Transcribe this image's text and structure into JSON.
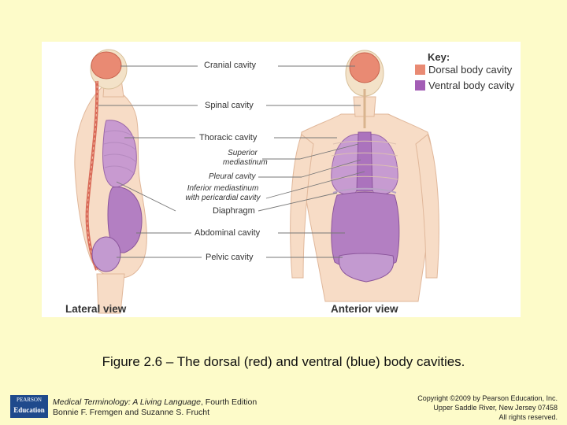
{
  "figure": {
    "key_title": "Key:",
    "key_items": [
      {
        "label": "Dorsal body cavity",
        "color": "#e98a73"
      },
      {
        "label": "Ventral body cavity",
        "color": "#a35db5"
      }
    ],
    "labels": {
      "cranial": "Cranial cavity",
      "spinal": "Spinal cavity",
      "thoracic": "Thoracic cavity",
      "superior_1": "Superior",
      "superior_2": "mediastinum",
      "pleural": "Pleural cavity",
      "inferior_1": "Inferior mediastinum",
      "inferior_2": "with pericardial cavity",
      "diaphragm": "Diaphragm",
      "abdominal": "Abdominal cavity",
      "pelvic": "Pelvic cavity"
    },
    "views": {
      "lateral": "Lateral view",
      "anterior": "Anterior view"
    }
  },
  "caption": "Figure 2.6 – The dorsal (red) and ventral (blue) body cavities.",
  "footer": {
    "logo_top": "PEARSON",
    "logo_bottom": "Education",
    "book_title": "Medical Terminology: A Living Language",
    "book_edition": ", Fourth Edition",
    "authors": "Bonnie F. Fremgen and Suzanne S. Frucht",
    "copyright_1": "Copyright ©2009 by Pearson Education, Inc.",
    "copyright_2": "Upper Saddle River, New Jersey 07458",
    "copyright_3": "All rights reserved."
  }
}
